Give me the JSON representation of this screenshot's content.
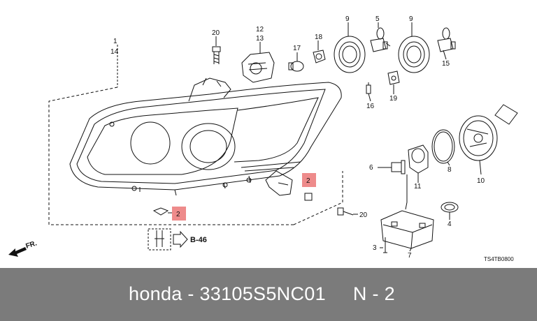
{
  "diagram": {
    "callouts": {
      "c1": "1",
      "c14": "14",
      "c20a": "20",
      "c12": "12",
      "c13": "13",
      "c18": "18",
      "c17": "17",
      "c9a": "9",
      "c5": "5",
      "c9b": "9",
      "c15": "15",
      "c16": "16",
      "c19": "19",
      "c6": "6",
      "c11": "11",
      "c8": "8",
      "c10": "10",
      "c4": "4",
      "c7": "7",
      "c3": "3",
      "c20b": "20",
      "c2a": "2",
      "c2b": "2"
    },
    "ref_label": "B-46",
    "fr_label": "FR.",
    "drawing_code": "TS4TB0800",
    "highlight_color": "#ee8b8b"
  },
  "footer": {
    "text": "honda - 33105S5NC01     N - 2",
    "background": "#7b7b7b"
  }
}
